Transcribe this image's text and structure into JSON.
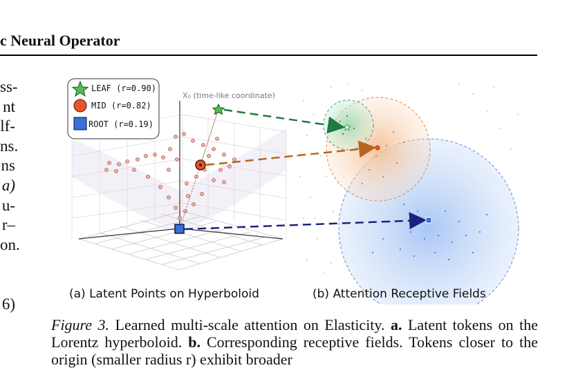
{
  "header": {
    "title": "c Neural Operator"
  },
  "left_column": {
    "fragments": [
      "ss-",
      "nt",
      "lf-",
      "ns.",
      "ns",
      "a)",
      "u-",
      "r–",
      "on.",
      "",
      "",
      "6)"
    ]
  },
  "figure": {
    "axis_label": "X₀  (time-like coordinate)",
    "legend": [
      {
        "label": "LEAF  (r=0.90)",
        "shape": "star-icon",
        "color": "#4cc24c"
      },
      {
        "label": "MID   (r=0.82)",
        "shape": "circle-icon",
        "color": "#e8542a"
      },
      {
        "label": "ROOT (r=0.19)",
        "shape": "square-icon",
        "color": "#3a6fd8"
      }
    ],
    "subfigure_a": "(a) Latent Points on Hyperboloid",
    "subfigure_b": "(b) Attention Receptive Fields",
    "arrow_colors": {
      "leaf": "#1f7a3d",
      "mid": "#b5651d",
      "root": "#1a237e"
    }
  },
  "caption": {
    "figure_label": "Figure 3.",
    "line1_text": " Learned multi-scale attention on Elasticity. ",
    "a_label": "a.",
    "a_text": " Latent tokens on the Lorentz hyperboloid. ",
    "b_label": "b.",
    "b_text": " Corresponding receptive fields. Tokens closer to the origin (smaller radius r) exhibit broader"
  }
}
